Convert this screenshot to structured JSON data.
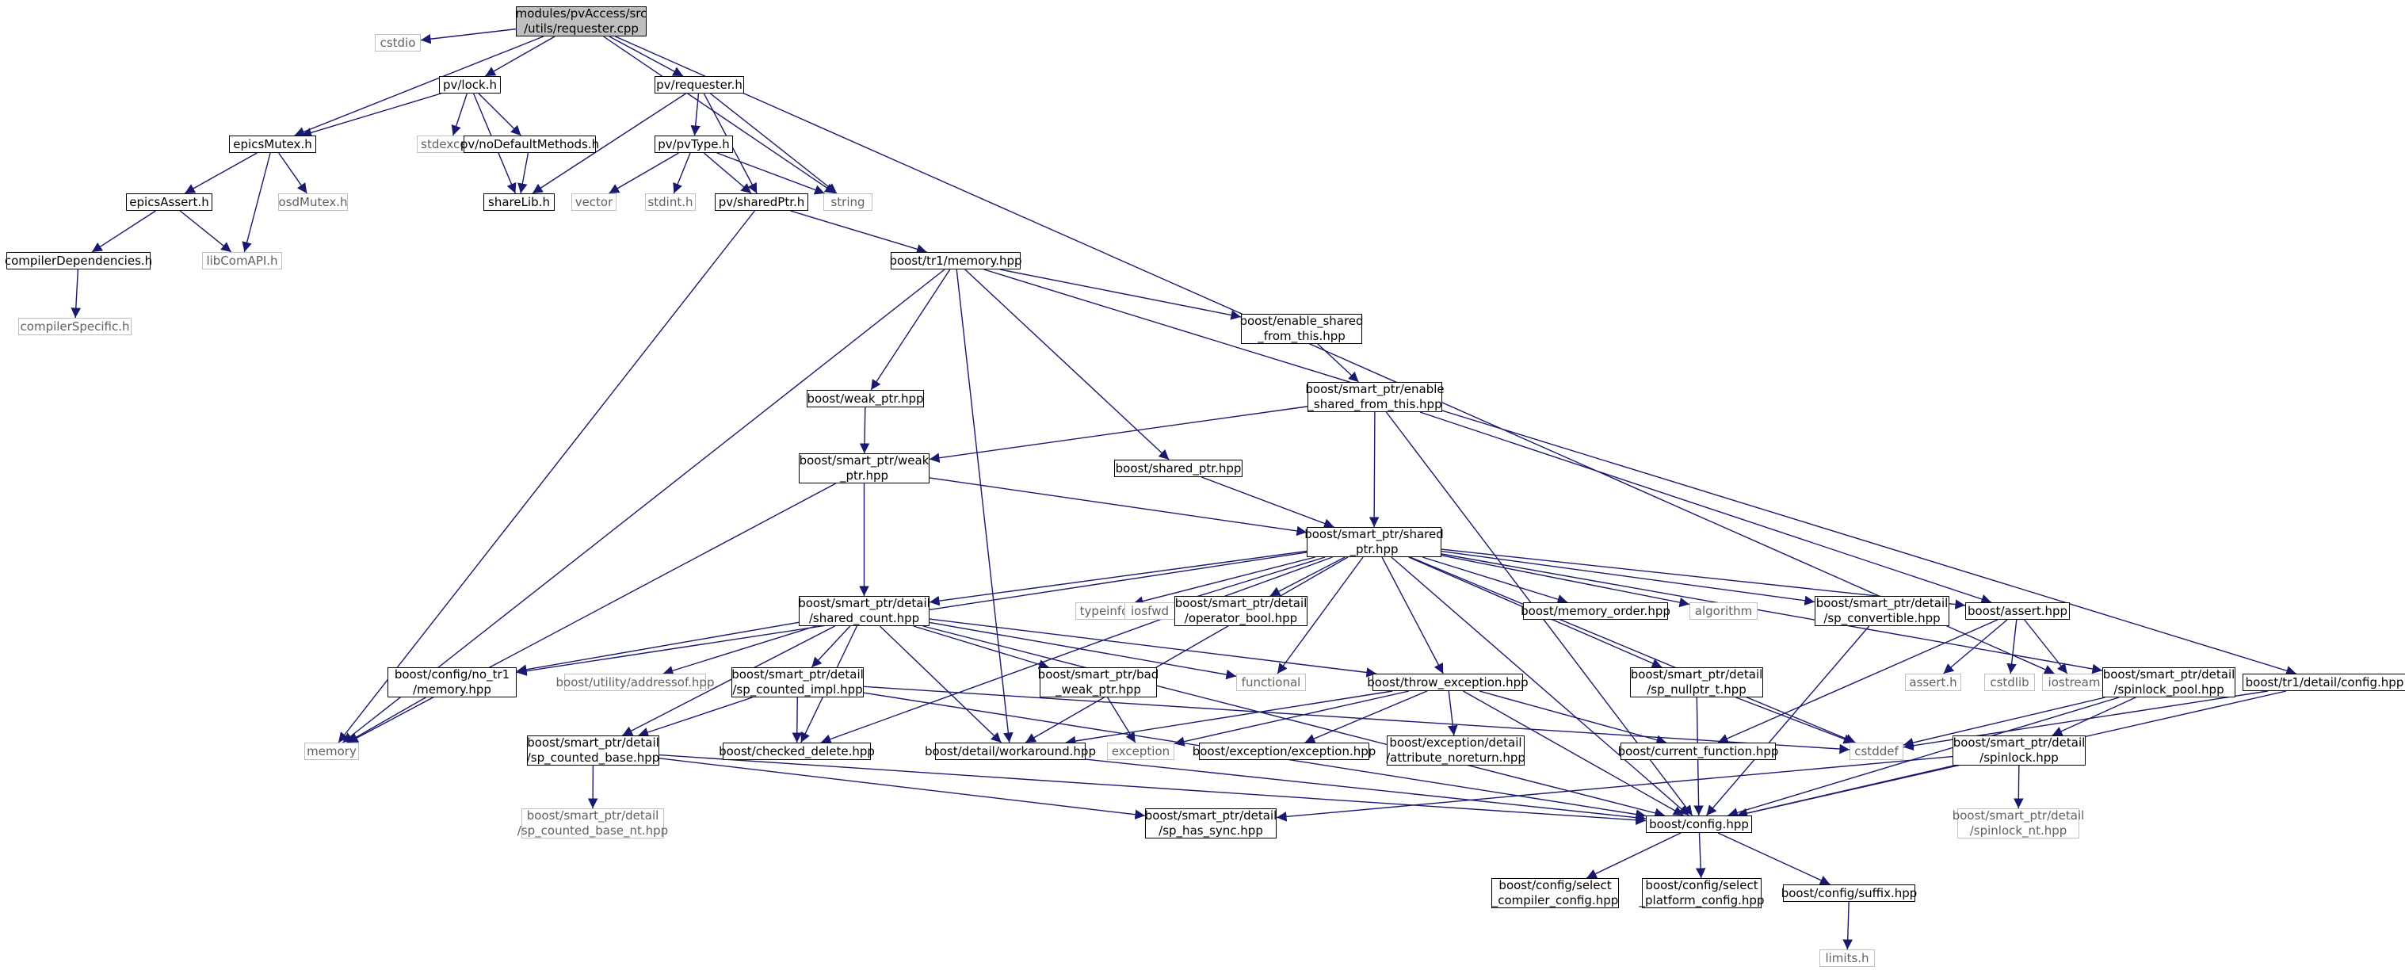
{
  "nodes": [
    {
      "id": "root",
      "label": "modules/pvAccess/src\n/utils/requester.cpp",
      "kind": "root"
    },
    {
      "id": "cstdio",
      "label": "cstdio",
      "kind": "ext"
    },
    {
      "id": "lock",
      "label": "pv/lock.h",
      "kind": "int"
    },
    {
      "id": "requester",
      "label": "pv/requester.h",
      "kind": "int"
    },
    {
      "id": "epicsMutex",
      "label": "epicsMutex.h",
      "kind": "int"
    },
    {
      "id": "stdexcept",
      "label": "stdexcept",
      "kind": "ext"
    },
    {
      "id": "noDefault",
      "label": "pv/noDefaultMethods.h",
      "kind": "int"
    },
    {
      "id": "pvType",
      "label": "pv/pvType.h",
      "kind": "int"
    },
    {
      "id": "epicsAssert",
      "label": "epicsAssert.h",
      "kind": "int"
    },
    {
      "id": "osdMutex",
      "label": "osdMutex.h",
      "kind": "ext"
    },
    {
      "id": "shareLib",
      "label": "shareLib.h",
      "kind": "int"
    },
    {
      "id": "vector",
      "label": "vector",
      "kind": "ext"
    },
    {
      "id": "stdint",
      "label": "stdint.h",
      "kind": "ext"
    },
    {
      "id": "sharedPtr",
      "label": "pv/sharedPtr.h",
      "kind": "int"
    },
    {
      "id": "string",
      "label": "string",
      "kind": "ext"
    },
    {
      "id": "compilerDep",
      "label": "compilerDependencies.h",
      "kind": "int"
    },
    {
      "id": "libComAPI",
      "label": "libComAPI.h",
      "kind": "ext"
    },
    {
      "id": "tr1memory",
      "label": "boost/tr1/memory.hpp",
      "kind": "int"
    },
    {
      "id": "compilerSpecific",
      "label": "compilerSpecific.h",
      "kind": "ext"
    },
    {
      "id": "enableShared",
      "label": "boost/enable_shared\n_from_this.hpp",
      "kind": "int"
    },
    {
      "id": "spEnableShared",
      "label": "boost/smart_ptr/enable\n_shared_from_this.hpp",
      "kind": "int"
    },
    {
      "id": "weakPtr",
      "label": "boost/weak_ptr.hpp",
      "kind": "int"
    },
    {
      "id": "spWeakPtr",
      "label": "boost/smart_ptr/weak\n_ptr.hpp",
      "kind": "int"
    },
    {
      "id": "sharedPtrHpp",
      "label": "boost/shared_ptr.hpp",
      "kind": "int"
    },
    {
      "id": "spSharedPtr",
      "label": "boost/smart_ptr/shared\n_ptr.hpp",
      "kind": "int"
    },
    {
      "id": "sharedCount",
      "label": "boost/smart_ptr/detail\n/shared_count.hpp",
      "kind": "int"
    },
    {
      "id": "typeinfo",
      "label": "typeinfo",
      "kind": "ext"
    },
    {
      "id": "iosfwd",
      "label": "iosfwd",
      "kind": "ext"
    },
    {
      "id": "operatorBool",
      "label": "boost/smart_ptr/detail\n/operator_bool.hpp",
      "kind": "int"
    },
    {
      "id": "memoryOrder",
      "label": "boost/memory_order.hpp",
      "kind": "int"
    },
    {
      "id": "algorithm",
      "label": "algorithm",
      "kind": "ext"
    },
    {
      "id": "spConvertible",
      "label": "boost/smart_ptr/detail\n/sp_convertible.hpp",
      "kind": "int"
    },
    {
      "id": "boostAssert",
      "label": "boost/assert.hpp",
      "kind": "int"
    },
    {
      "id": "noTr1Memory",
      "label": "boost/config/no_tr1\n/memory.hpp",
      "kind": "int"
    },
    {
      "id": "addressof",
      "label": "boost/utility/addressof.hpp",
      "kind": "ext"
    },
    {
      "id": "spCountedImpl",
      "label": "boost/smart_ptr/detail\n/sp_counted_impl.hpp",
      "kind": "int"
    },
    {
      "id": "badWeakPtr",
      "label": "boost/smart_ptr/bad\n_weak_ptr.hpp",
      "kind": "int"
    },
    {
      "id": "functional",
      "label": "functional",
      "kind": "ext"
    },
    {
      "id": "throwException",
      "label": "boost/throw_exception.hpp",
      "kind": "int"
    },
    {
      "id": "spNullptr",
      "label": "boost/smart_ptr/detail\n/sp_nullptr_t.hpp",
      "kind": "int"
    },
    {
      "id": "asserth",
      "label": "assert.h",
      "kind": "ext"
    },
    {
      "id": "cstdlib",
      "label": "cstdlib",
      "kind": "ext"
    },
    {
      "id": "iostream",
      "label": "iostream",
      "kind": "ext"
    },
    {
      "id": "spinlockPool",
      "label": "boost/smart_ptr/detail\n/spinlock_pool.hpp",
      "kind": "int"
    },
    {
      "id": "tr1DetailConfig",
      "label": "boost/tr1/detail/config.hpp",
      "kind": "int"
    },
    {
      "id": "memory",
      "label": "memory",
      "kind": "ext"
    },
    {
      "id": "spCountedBase",
      "label": "boost/smart_ptr/detail\n/sp_counted_base.hpp",
      "kind": "int"
    },
    {
      "id": "checkedDelete",
      "label": "boost/checked_delete.hpp",
      "kind": "int"
    },
    {
      "id": "workaround",
      "label": "boost/detail/workaround.hpp",
      "kind": "int"
    },
    {
      "id": "exception",
      "label": "exception",
      "kind": "ext"
    },
    {
      "id": "exceptionException",
      "label": "boost/exception/exception.hpp",
      "kind": "int"
    },
    {
      "id": "attrNoreturn",
      "label": "boost/exception/detail\n/attribute_noreturn.hpp",
      "kind": "int"
    },
    {
      "id": "currentFunction",
      "label": "boost/current_function.hpp",
      "kind": "int"
    },
    {
      "id": "cstddef",
      "label": "cstddef",
      "kind": "ext"
    },
    {
      "id": "spinlock",
      "label": "boost/smart_ptr/detail\n/spinlock.hpp",
      "kind": "int"
    },
    {
      "id": "spCountedBaseNt",
      "label": "boost/smart_ptr/detail\n/sp_counted_base_nt.hpp",
      "kind": "ext"
    },
    {
      "id": "spHasSync",
      "label": "boost/smart_ptr/detail\n/sp_has_sync.hpp",
      "kind": "int"
    },
    {
      "id": "boostConfig",
      "label": "boost/config.hpp",
      "kind": "int"
    },
    {
      "id": "spinlockNt",
      "label": "boost/smart_ptr/detail\n/spinlock_nt.hpp",
      "kind": "ext"
    },
    {
      "id": "selectCompiler",
      "label": "boost/config/select\n_compiler_config.hpp",
      "kind": "int"
    },
    {
      "id": "selectPlatform",
      "label": "boost/config/select\n_platform_config.hpp",
      "kind": "int"
    },
    {
      "id": "suffix",
      "label": "boost/config/suffix.hpp",
      "kind": "int"
    },
    {
      "id": "limits",
      "label": "limits.h",
      "kind": "ext"
    }
  ],
  "edges": [
    [
      "root",
      "cstdio"
    ],
    [
      "root",
      "lock"
    ],
    [
      "root",
      "requester"
    ],
    [
      "root",
      "epicsMutex"
    ],
    [
      "root",
      "string"
    ],
    [
      "root",
      "iostream"
    ],
    [
      "lock",
      "epicsMutex"
    ],
    [
      "lock",
      "shareLib"
    ],
    [
      "lock",
      "stdexcept"
    ],
    [
      "lock",
      "noDefault"
    ],
    [
      "requester",
      "pvType"
    ],
    [
      "requester",
      "sharedPtr"
    ],
    [
      "requester",
      "shareLib"
    ],
    [
      "requester",
      "string"
    ],
    [
      "epicsMutex",
      "epicsAssert"
    ],
    [
      "epicsMutex",
      "osdMutex"
    ],
    [
      "epicsMutex",
      "libComAPI"
    ],
    [
      "noDefault",
      "shareLib"
    ],
    [
      "pvType",
      "vector"
    ],
    [
      "pvType",
      "stdint"
    ],
    [
      "pvType",
      "sharedPtr"
    ],
    [
      "pvType",
      "string"
    ],
    [
      "epicsAssert",
      "compilerDep"
    ],
    [
      "epicsAssert",
      "libComAPI"
    ],
    [
      "compilerDep",
      "compilerSpecific"
    ],
    [
      "sharedPtr",
      "tr1memory"
    ],
    [
      "sharedPtr",
      "memory"
    ],
    [
      "tr1memory",
      "memory"
    ],
    [
      "tr1memory",
      "enableShared"
    ],
    [
      "tr1memory",
      "weakPtr"
    ],
    [
      "tr1memory",
      "sharedPtrHpp"
    ],
    [
      "tr1memory",
      "tr1DetailConfig"
    ],
    [
      "tr1memory",
      "workaround"
    ],
    [
      "enableShared",
      "spEnableShared"
    ],
    [
      "spEnableShared",
      "spWeakPtr"
    ],
    [
      "spEnableShared",
      "spSharedPtr"
    ],
    [
      "spEnableShared",
      "boostAssert"
    ],
    [
      "spEnableShared",
      "boostConfig"
    ],
    [
      "weakPtr",
      "spWeakPtr"
    ],
    [
      "spWeakPtr",
      "spSharedPtr"
    ],
    [
      "spWeakPtr",
      "sharedCount"
    ],
    [
      "spWeakPtr",
      "memory"
    ],
    [
      "sharedPtrHpp",
      "spSharedPtr"
    ],
    [
      "spSharedPtr",
      "sharedCount"
    ],
    [
      "spSharedPtr",
      "typeinfo"
    ],
    [
      "spSharedPtr",
      "iosfwd"
    ],
    [
      "spSharedPtr",
      "operatorBool"
    ],
    [
      "spSharedPtr",
      "memoryOrder"
    ],
    [
      "spSharedPtr",
      "algorithm"
    ],
    [
      "spSharedPtr",
      "spConvertible"
    ],
    [
      "spSharedPtr",
      "boostAssert"
    ],
    [
      "spSharedPtr",
      "spinlockPool"
    ],
    [
      "spSharedPtr",
      "throwException"
    ],
    [
      "spSharedPtr",
      "spNullptr"
    ],
    [
      "spSharedPtr",
      "functional"
    ],
    [
      "spSharedPtr",
      "cstddef"
    ],
    [
      "spSharedPtr",
      "boostConfig"
    ],
    [
      "spSharedPtr",
      "workaround"
    ],
    [
      "spSharedPtr",
      "checkedDelete"
    ],
    [
      "spSharedPtr",
      "noTr1Memory"
    ],
    [
      "sharedCount",
      "noTr1Memory"
    ],
    [
      "sharedCount",
      "addressof"
    ],
    [
      "sharedCount",
      "spCountedImpl"
    ],
    [
      "sharedCount",
      "badWeakPtr"
    ],
    [
      "sharedCount",
      "functional"
    ],
    [
      "sharedCount",
      "throwException"
    ],
    [
      "sharedCount",
      "spCountedBase"
    ],
    [
      "sharedCount",
      "checkedDelete"
    ],
    [
      "sharedCount",
      "workaround"
    ],
    [
      "sharedCount",
      "boostConfig"
    ],
    [
      "noTr1Memory",
      "memory"
    ],
    [
      "spCountedImpl",
      "spCountedBase"
    ],
    [
      "spCountedImpl",
      "checkedDelete"
    ],
    [
      "spCountedImpl",
      "boostConfig"
    ],
    [
      "spCountedImpl",
      "cstddef"
    ],
    [
      "badWeakPtr",
      "exception"
    ],
    [
      "throwException",
      "workaround"
    ],
    [
      "throwException",
      "exception"
    ],
    [
      "throwException",
      "exceptionException"
    ],
    [
      "throwException",
      "attrNoreturn"
    ],
    [
      "throwException",
      "currentFunction"
    ],
    [
      "throwException",
      "boostConfig"
    ],
    [
      "spConvertible",
      "boostConfig"
    ],
    [
      "boostAssert",
      "asserth"
    ],
    [
      "boostAssert",
      "cstdlib"
    ],
    [
      "boostAssert",
      "iostream"
    ],
    [
      "boostAssert",
      "currentFunction"
    ],
    [
      "spNullptr",
      "cstddef"
    ],
    [
      "spNullptr",
      "boostConfig"
    ],
    [
      "spinlockPool",
      "spinlock"
    ],
    [
      "spinlockPool",
      "cstddef"
    ],
    [
      "spinlockPool",
      "boostConfig"
    ],
    [
      "tr1DetailConfig",
      "boostConfig"
    ],
    [
      "tr1DetailConfig",
      "cstddef"
    ],
    [
      "spCountedBase",
      "spCountedBaseNt"
    ],
    [
      "spCountedBase",
      "spHasSync"
    ],
    [
      "spCountedBase",
      "boostConfig"
    ],
    [
      "spinlock",
      "spinlockNt"
    ],
    [
      "spinlock",
      "spHasSync"
    ],
    [
      "spinlock",
      "boostConfig"
    ],
    [
      "workaround",
      "boostConfig"
    ],
    [
      "boostConfig",
      "selectCompiler"
    ],
    [
      "boostConfig",
      "selectPlatform"
    ],
    [
      "boostConfig",
      "suffix"
    ],
    [
      "suffix",
      "limits"
    ]
  ],
  "colors": {
    "edge": "#191970",
    "internal_border": "#000000",
    "external_border": "#bfbfbf",
    "root_fill": "#bfbfbf"
  }
}
